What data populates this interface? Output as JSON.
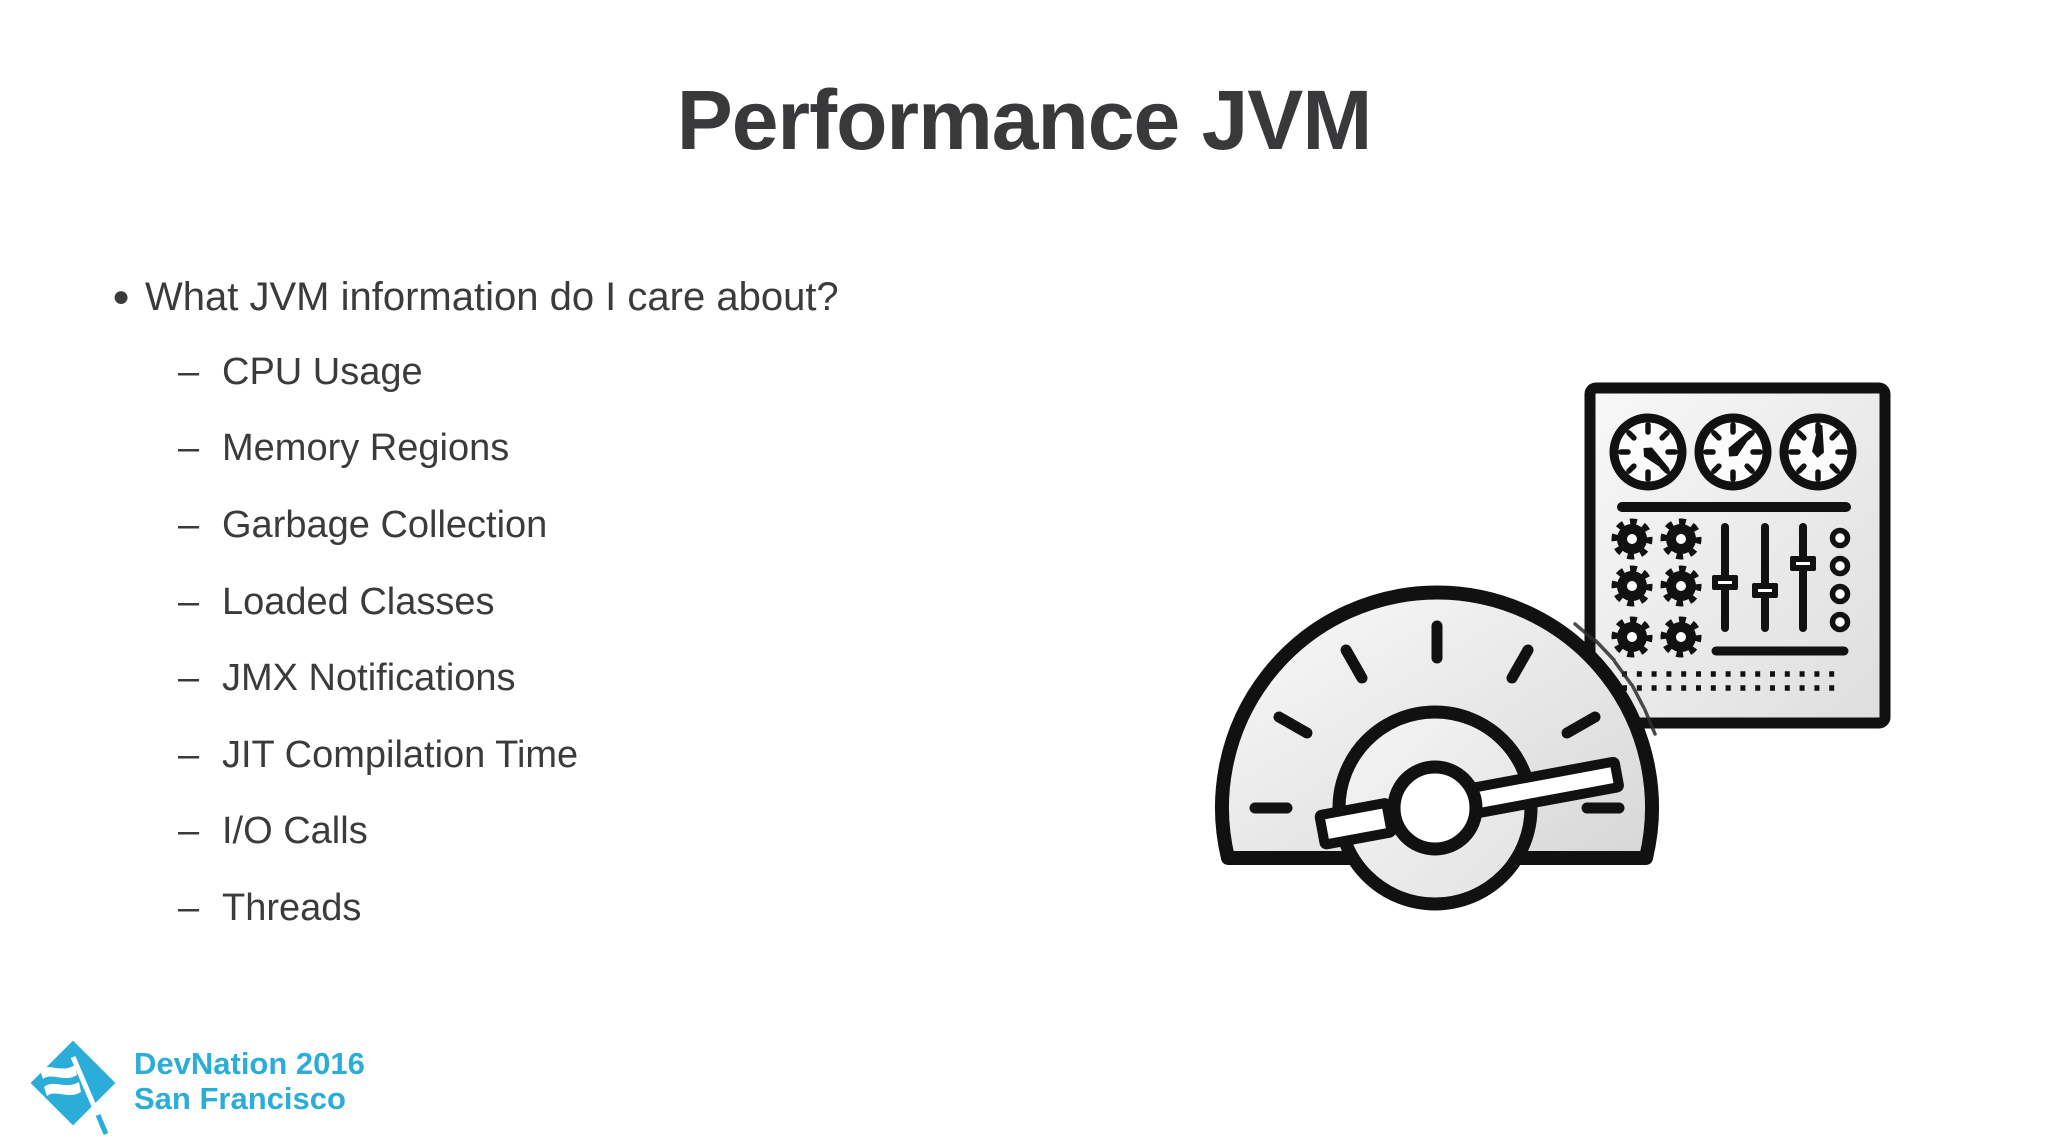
{
  "slide": {
    "title": "Performance JVM",
    "markers": {
      "level1": "●",
      "level2": "–"
    },
    "bullet": {
      "label": "What JVM information do I care about?",
      "items": [
        "CPU Usage",
        "Memory Regions",
        "Garbage Collection",
        "Loaded Classes",
        "JMX Notifications",
        "JIT Compilation Time",
        "I/O Calls",
        "Threads"
      ]
    }
  },
  "illustration": {
    "parts": [
      "speedometer-gauge",
      "control-panel"
    ]
  },
  "footer": {
    "event": "DevNation 2016",
    "location": "San Francisco"
  },
  "colors": {
    "background": "#ffffff",
    "text": "#3b3b3d",
    "brand": "#2badd9",
    "line_art": "#111111"
  }
}
